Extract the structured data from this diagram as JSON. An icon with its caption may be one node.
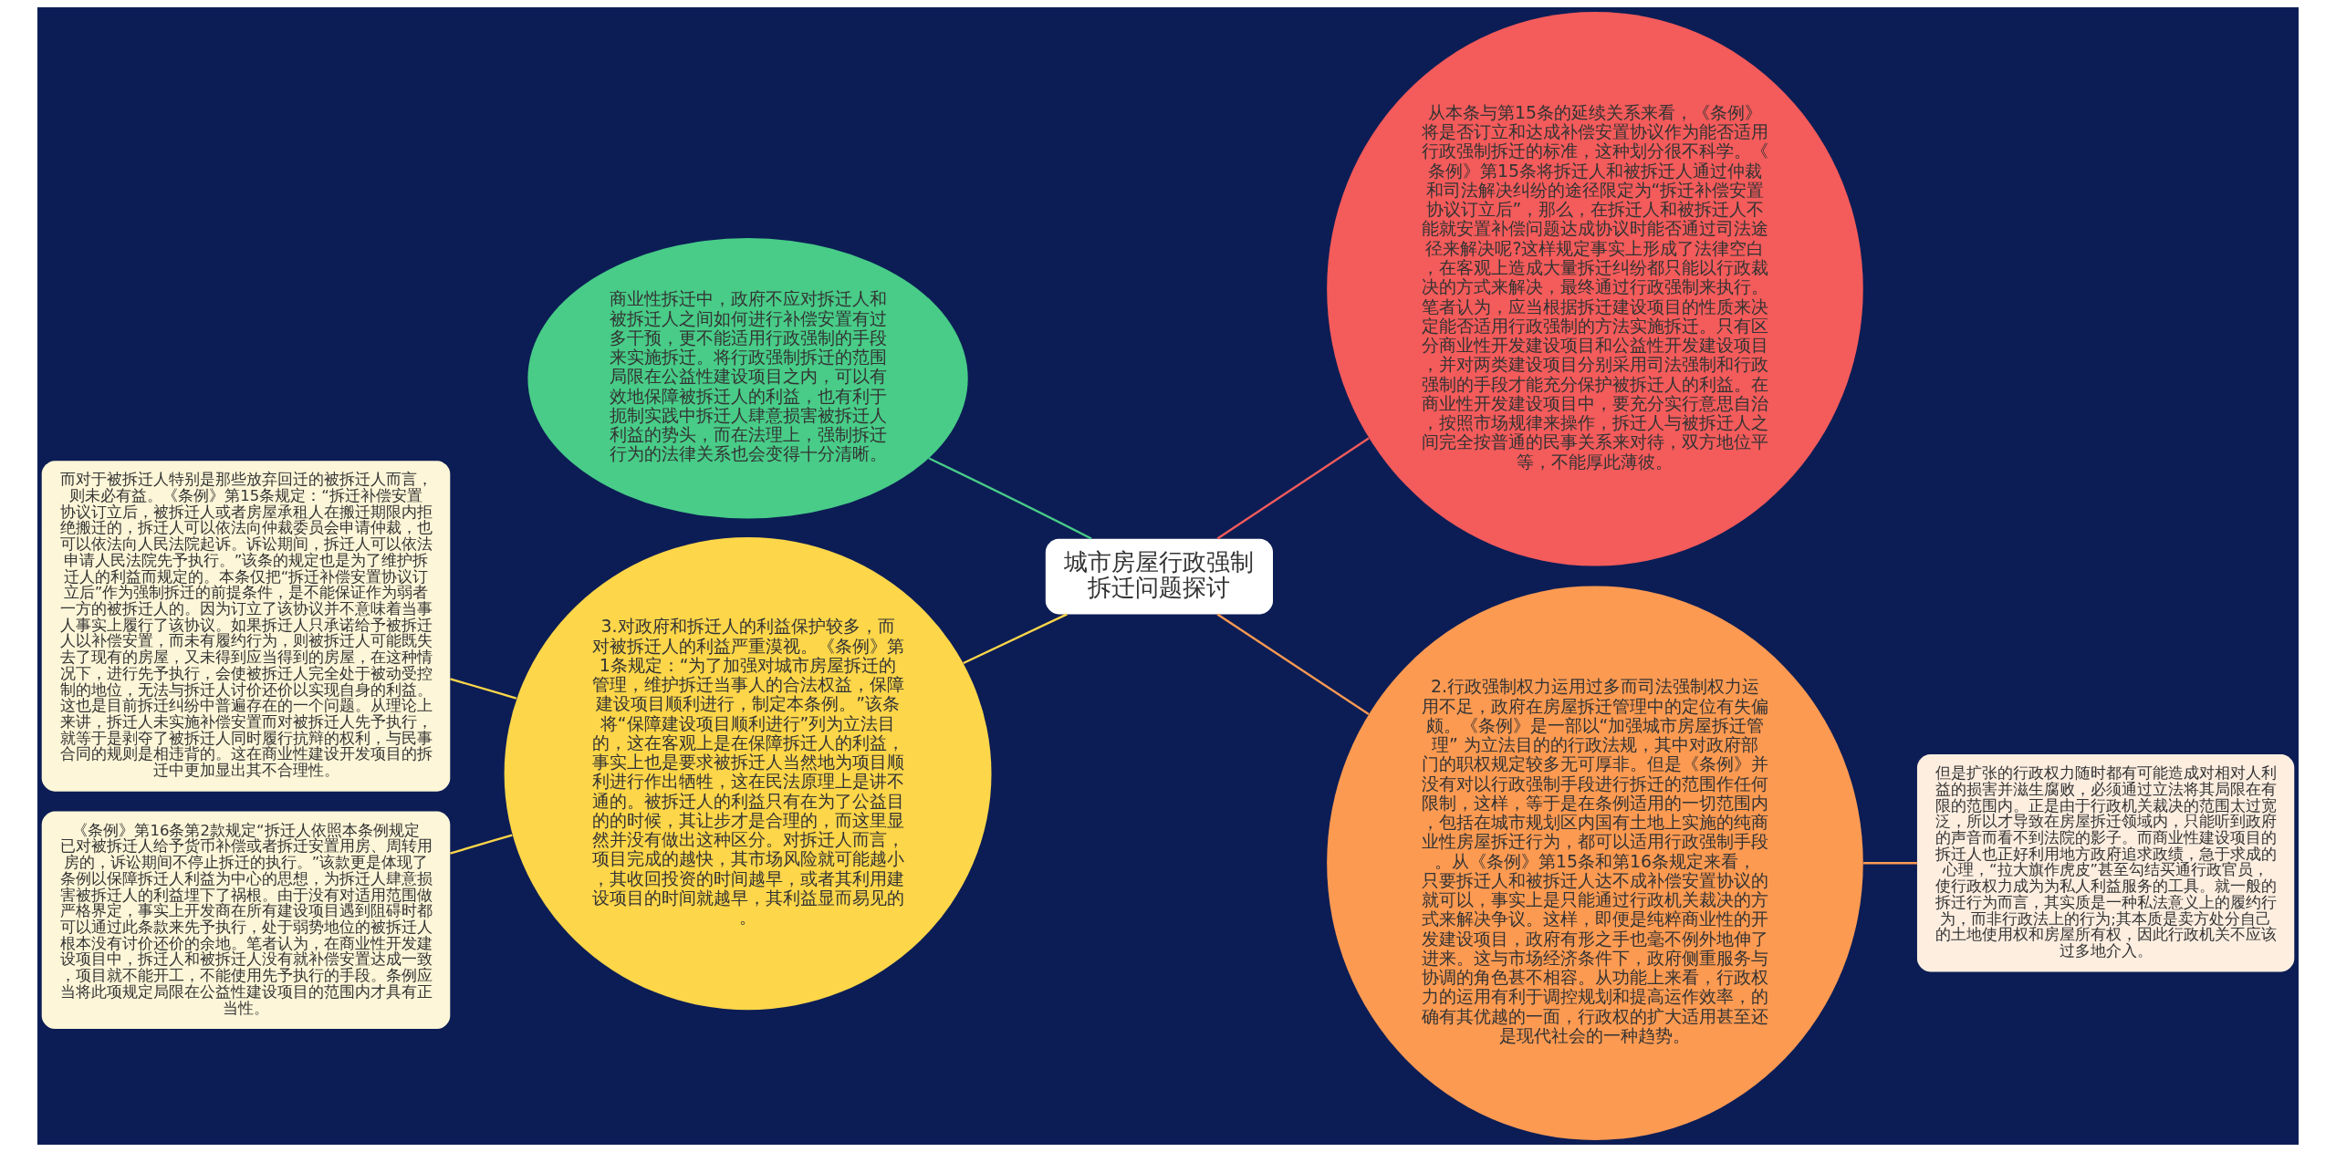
{
  "diagram": {
    "nodes": [
      {
        "text": [
          "城市房屋行政强制拆迁问题探讨"
        ]
      },
      {
        "text": [
          "从本条与第15条的延续关系来看，《条例》将是否订立和达成补偿安置协议作为能否适用行政强制拆迁的标准，这种划分很不科学。《条例》第15条将拆迁人和被拆迁人通过仲裁和司法解决纠纷的途径限定为“拆迁补偿安置协议订立后”，那么，在拆迁人和被拆迁人不能就安置补偿问题达成协议时能否通过司法途径来解决呢?这样规定事实上形成了法律空白，在客观上造成大量拆迁纠纷都只能以行政裁决的方式来解决，最终通过行政强制来执行。笔者认为，应当根据拆迁建设项目的性质来决定能否适用行政强制的方法实施拆迁。只有区分商业性开发建设项目和公益性开发建设项目，并对两类建设项目分别采用司法强制和行政强制的手段才能充分保护被拆迁人的利益。在商业性开发建设项目中，要充分实行意思自治，按照市场规律来操作，拆迁人与被拆迁人之间完全按普通的民事关系来对待，双方地位平等，不能厚此薄彼。"
        ]
      },
      {
        "text": [
          "2.行政强制权力运用过多而司法强制权力运用不足，政府在房屋拆迁管理中的定位有失偏颇。《条例》是一部以“加强城市房屋拆迁管理” 为立法目的的行政法规，其中对政府部门的职权规定较多无可厚非。但是《条例》并没有对以行政强制手段进行拆迁的范围作任何限制，这样，等于是在条例适用的一切范围内，包括在城市规划区内国有土地上实施的纯商业性房屋拆迁行为，都可以适用行政强制手段。从《条例》第15条和第16条规定来看，只要拆迁人和被拆迁人达不成补偿安置协议的就可以，事实上是只能通过行政机关裁决的方式来解决争议。这样，即便是纯粹商业性的开发建设项目，政府有形之手也毫不例外地伸了进来。这与市场经济条件下，政府侧重服务与协调的角色甚不相容。从功能上来看，行政权力的运用有利于调控规划和提高运作效率，的确有其优越的一面，行政权的扩大适用甚至还是现代社会的一种趋势。"
        ]
      },
      {
        "text": [
          "但是扩张的行政权力随时都有可能造成对相对人利益的损害并滋生腐败，必须通过立法将其局限在有限的范围内。正是由于行政机关裁决的范围太过宽泛，所以才导致在房屋拆迁领域内，只能听到政府的声音而看不到法院的影子。而商业性建设项目的拆迁人也正好利用地方政府追求政绩，急于求成的心理，“拉大旗作虎皮”甚至勾结买通行政官员，使行政权力成为为私人利益服务的工具。就一般的拆迁行为而言，其实质是一种私法意义上的履约行为，而非行政法上的行为;其本质是卖方处分自己的土地使用权和房屋所有权，因此行政机关不应该过多地介入。"
        ]
      },
      {
        "text": [
          "商业性拆迁中，政府不应对拆迁人和被拆迁人之间如何进行补偿安置有过多干预，更不能适用行政强制的手段来实施拆迁。将行政强制拆迁的范围局限在公益性建设项目之内，可以有效地保障被拆迁人的利益，也有利于扼制实践中拆迁人肆意损害被拆迁人利益的势头，而在法理上，强制拆迁行为的法律关系也会变得十分清晰。"
        ]
      },
      {
        "text": [
          "3.对政府和拆迁人的利益保护较多，而对被拆迁人的利益严重漠视。《条例》第1条规定：“为了加强对城市房屋拆迁的管理，维护拆迁当事人的合法权益，保障建设项目顺利进行，制定本条例。”该条将“保障建设项目顺利进行”列为立法目的，这在客观上是在保障拆迁人的利益，事实上也是要求被拆迁人当然地为项目顺利进行作出牺牲，这在民法原理上是讲不通的。被拆迁人的利益只有在为了公益目的的时候，其让步才是合理的，而这里显然并没有做出这种区分。对拆迁人而言，项目完成的越快，其市场风险就可能越小，其收回投资的时间越早，或者其利用建设项目的时间就越早，其利益显而易见的。"
        ]
      },
      {
        "text": [
          "而对于被拆迁人特别是那些放弃回迁的被拆迁人而言，则未必有益。《条例》第15条规定：“拆迁补偿安置协议订立后，被拆迁人或者房屋承租人在搬迁期限内拒绝搬迁的，拆迁人可以依法向仲裁委员会申请仲裁，也可以依法向人民法院起诉。诉讼期间，拆迁人可以依法申请人民法院先予执行。”该条的规定也是为了维护拆迁人的利益而规定的。本条仅把“拆迁补偿安置协议订立后”作为强制拆迁的前提条件，是不能保证作为弱者一方的被拆迁人的。因为订立了该协议并不意味着当事人事实上履行了该协议。如果拆迁人只承诺给予被拆迁人以补偿安置，而未有履约行为，则被拆迁人可能既失去了现有的房屋，又未得到应当得到的房屋，在这种情况下，进行先予执行，会使被拆迁人完全处于被动受控制的地位，无法与拆迁人讨价还价以实现自身的利益。这也是目前拆迁纠纷中普遍存在的一个问题。从理论上来讲，拆迁人未实施补偿安置而对被拆迁人先予执行，就等于是剥夺了被拆迁人同时履行抗辩的权利，与民事合同的规则是相违背的。这在商业性建设开发项目的拆迁中更加显出其不合理性。"
        ]
      },
      {
        "text": [
          "《条例》第16条第2款规定“拆迁人依照本条例规定已对被拆迁人给予货币补偿或者拆迁安置用房、周转用房的，诉讼期间不停止拆迁的执行。”该款更是体现了条例以保障拆迁人利益为中心的思想，为拆迁人肆意损害被拆迁人的利益埋下了祸根。由于没有对适用范围做严格界定，事实上开发商在所有建设项目遇到阻碍时都可以通过此条款来先予执行，处于弱势地位的被拆迁人根本没有讨价还价的余地。笔者认为，在商业性开发建设项目中，拆迁人和被拆迁人没有就补偿安置达成一致，项目就不能开工，不能使用先予执行的手段。条例应当将此项规定局限在公益性建设项目的范围内才具有正当性。"
        ]
      }
    ],
    "edges": [
      {
        "from": 0,
        "to": 1,
        "arrow": "none",
        "color": "#f45b5b"
      },
      {
        "from": 0,
        "to": 2,
        "arrow": "none",
        "color": "#fd9a52"
      },
      {
        "from": 2,
        "to": 3,
        "arrow": "none",
        "color": "#fd9a52"
      },
      {
        "from": 0,
        "to": 4,
        "arrow": "none",
        "color": "#48cc88"
      },
      {
        "from": 0,
        "to": 5,
        "arrow": "none",
        "color": "#fdd64a"
      },
      {
        "from": 5,
        "to": 6,
        "arrow": "none",
        "color": "#fdd64a"
      },
      {
        "from": 5,
        "to": 7,
        "arrow": "none",
        "color": "#fdd64a"
      }
    ]
  }
}
